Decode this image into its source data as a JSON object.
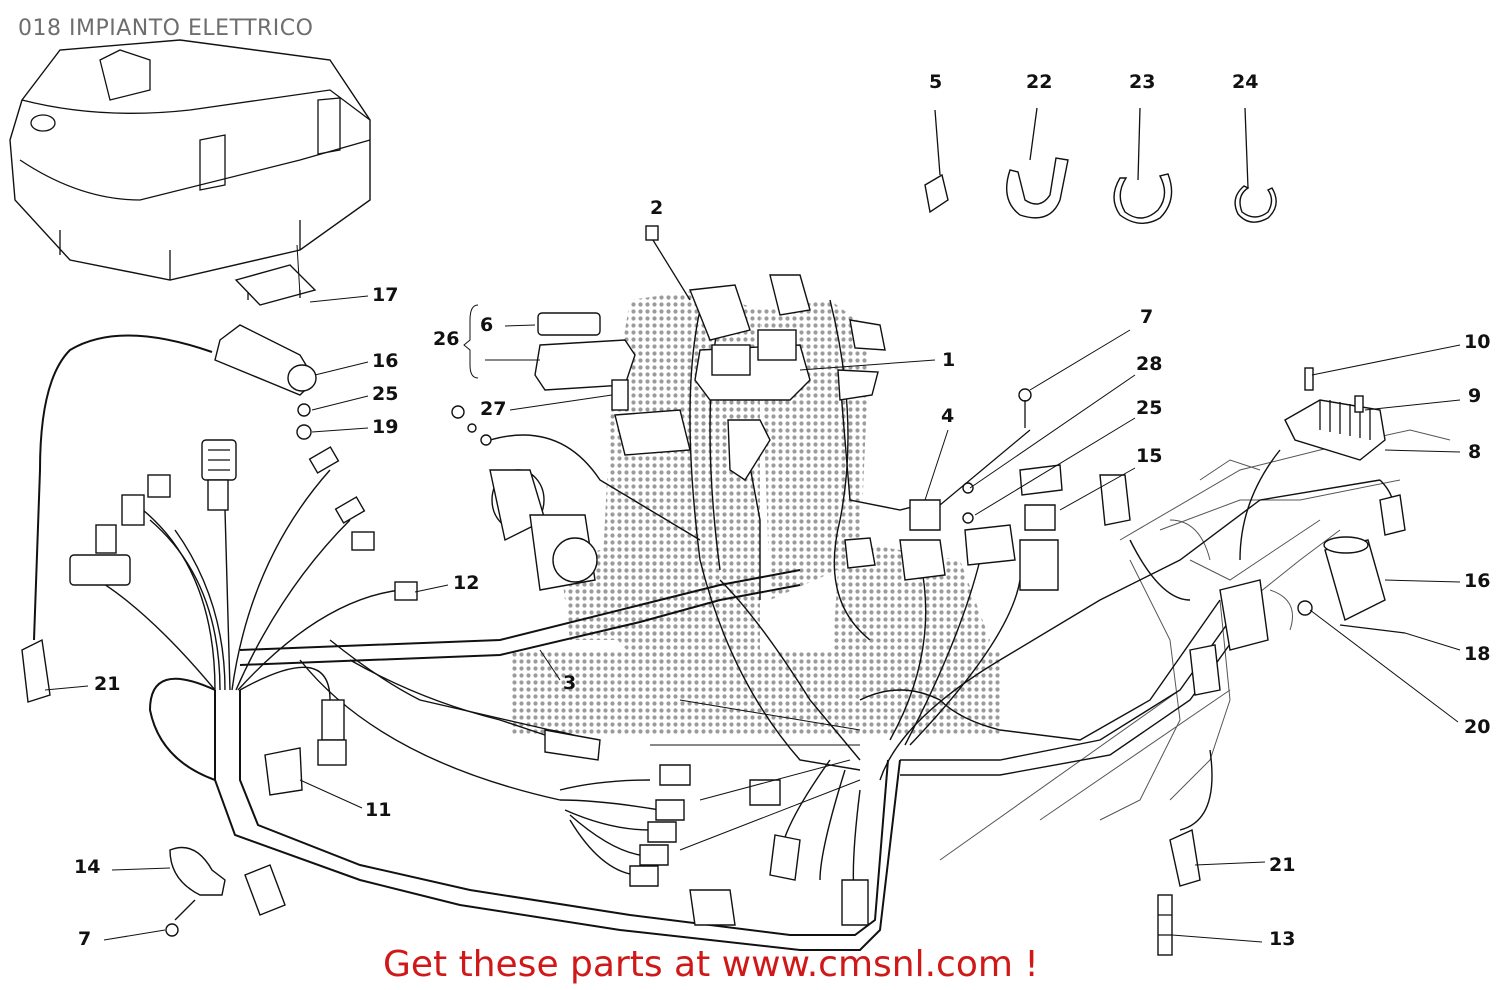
{
  "title": "018 IMPIANTO ELETTRICO",
  "promo": "Get these parts at www.cmsnl.com !",
  "colors": {
    "promo": "#d01818",
    "title": "#6e6e6e",
    "ink": "#111111"
  },
  "callouts": [
    {
      "id": "c5",
      "label": "5"
    },
    {
      "id": "c22",
      "label": "22"
    },
    {
      "id": "c23",
      "label": "23"
    },
    {
      "id": "c24",
      "label": "24"
    },
    {
      "id": "c2",
      "label": "2"
    },
    {
      "id": "c17",
      "label": "17"
    },
    {
      "id": "c26",
      "label": "26"
    },
    {
      "id": "c6",
      "label": "6"
    },
    {
      "id": "c16a",
      "label": "16"
    },
    {
      "id": "c25a",
      "label": "25"
    },
    {
      "id": "c19",
      "label": "19"
    },
    {
      "id": "c27",
      "label": "27"
    },
    {
      "id": "c1",
      "label": "1"
    },
    {
      "id": "c7a",
      "label": "7"
    },
    {
      "id": "c28",
      "label": "28"
    },
    {
      "id": "c25b",
      "label": "25"
    },
    {
      "id": "c4",
      "label": "4"
    },
    {
      "id": "c15",
      "label": "15"
    },
    {
      "id": "c10",
      "label": "10"
    },
    {
      "id": "c9",
      "label": "9"
    },
    {
      "id": "c8",
      "label": "8"
    },
    {
      "id": "c16b",
      "label": "16"
    },
    {
      "id": "c18",
      "label": "18"
    },
    {
      "id": "c20",
      "label": "20"
    },
    {
      "id": "c12",
      "label": "12"
    },
    {
      "id": "c21a",
      "label": "21"
    },
    {
      "id": "c3",
      "label": "3"
    },
    {
      "id": "c11",
      "label": "11"
    },
    {
      "id": "c14",
      "label": "14"
    },
    {
      "id": "c7b",
      "label": "7"
    },
    {
      "id": "c21b",
      "label": "21"
    },
    {
      "id": "c13",
      "label": "13"
    }
  ]
}
